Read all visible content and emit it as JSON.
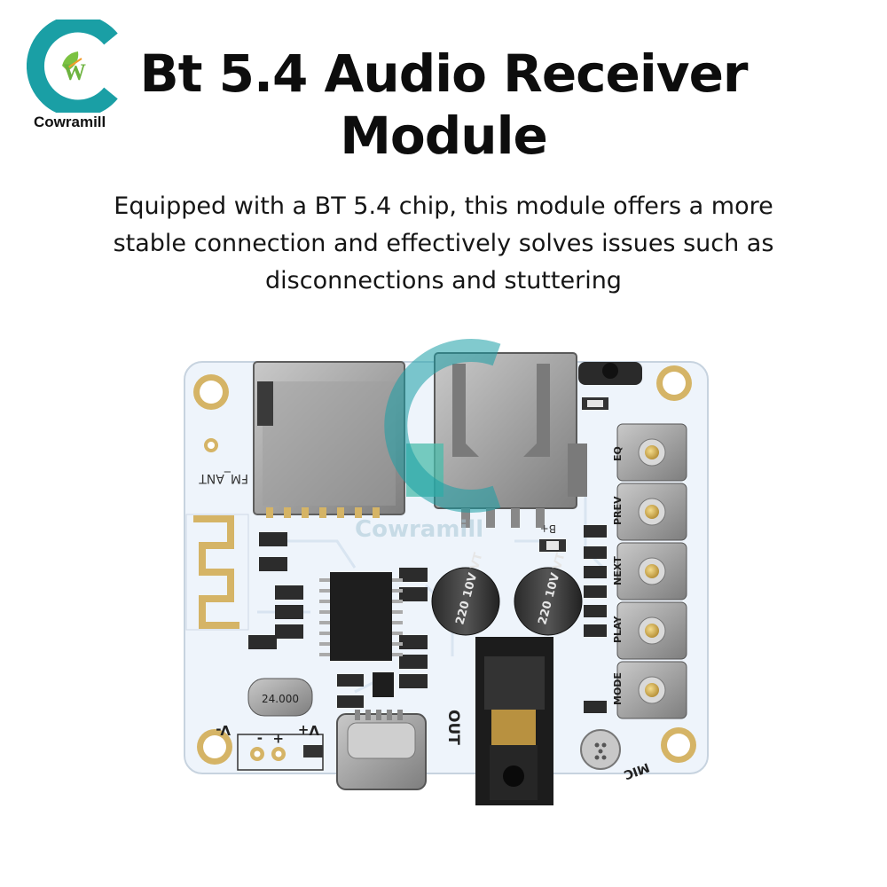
{
  "brand": {
    "logo_letters": "W",
    "name": "Cowramill",
    "colors": {
      "ring": "#1a9fa5",
      "leaf_green": "#7cc242",
      "orange": "#f39c2a"
    }
  },
  "title": {
    "line1": "Bt 5.4 Audio Receiver",
    "line2": "Module"
  },
  "description": {
    "line1": "Equipped with a BT 5.4 chip, this module offers a more",
    "line2": "stable connection and effectively solves issues such as",
    "line3": "disconnections and stuttering"
  },
  "board": {
    "silkscreen": {
      "fm_ant": "FM_ANT",
      "eq": "EQ",
      "prev": "PREV",
      "next": "NEXT",
      "play": "PLAY",
      "mode": "MODE",
      "out": "OUT",
      "mic": "MIC",
      "v_minus": "V-",
      "v_plus": "V+",
      "pol_minus": "-",
      "pol_plus": "+",
      "b_plus": "B+",
      "crystal": "24.000",
      "cap_1": "220 10V VT",
      "cap_2": "220 10V VT",
      "watermark": "Cowramill"
    },
    "colors": {
      "pcb": "#eef4fb",
      "trace": "#d9e6f3",
      "gold": "#d6b86a",
      "metal": "#9a9a9a"
    }
  }
}
